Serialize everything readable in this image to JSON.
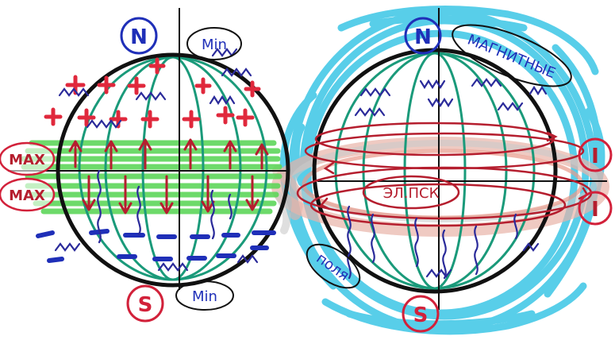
{
  "left_globe": {
    "north_label": "N",
    "south_label": "S",
    "top_right_label": "Min",
    "bottom_right_label": "Min",
    "left_upper_label": "MAX",
    "left_lower_label": "MAX",
    "plus_sign": "+",
    "minus_sign": "—"
  },
  "right_globe": {
    "north_label": "N",
    "south_label": "S",
    "magnetic_label": "МАГНИТНЫЕ",
    "field_label": "поля",
    "center_label": "ЭЛ.ПСК",
    "right_upper_label": "I",
    "right_lower_label": "I"
  },
  "colors": {
    "outline": "#111111",
    "meridian": "#1a9a7a",
    "belt_green": "#5ed65a",
    "plus_red": "#e0283c",
    "arrow_red": "#b51e2e",
    "minus_blue": "#1f2fb8",
    "wave_blue": "#2a2a9a",
    "cloud_cyan": "#3cc6e6",
    "ring_pink": "#e89a8a",
    "label_blue": "#1f2fb8",
    "label_red": "#d2213a"
  }
}
